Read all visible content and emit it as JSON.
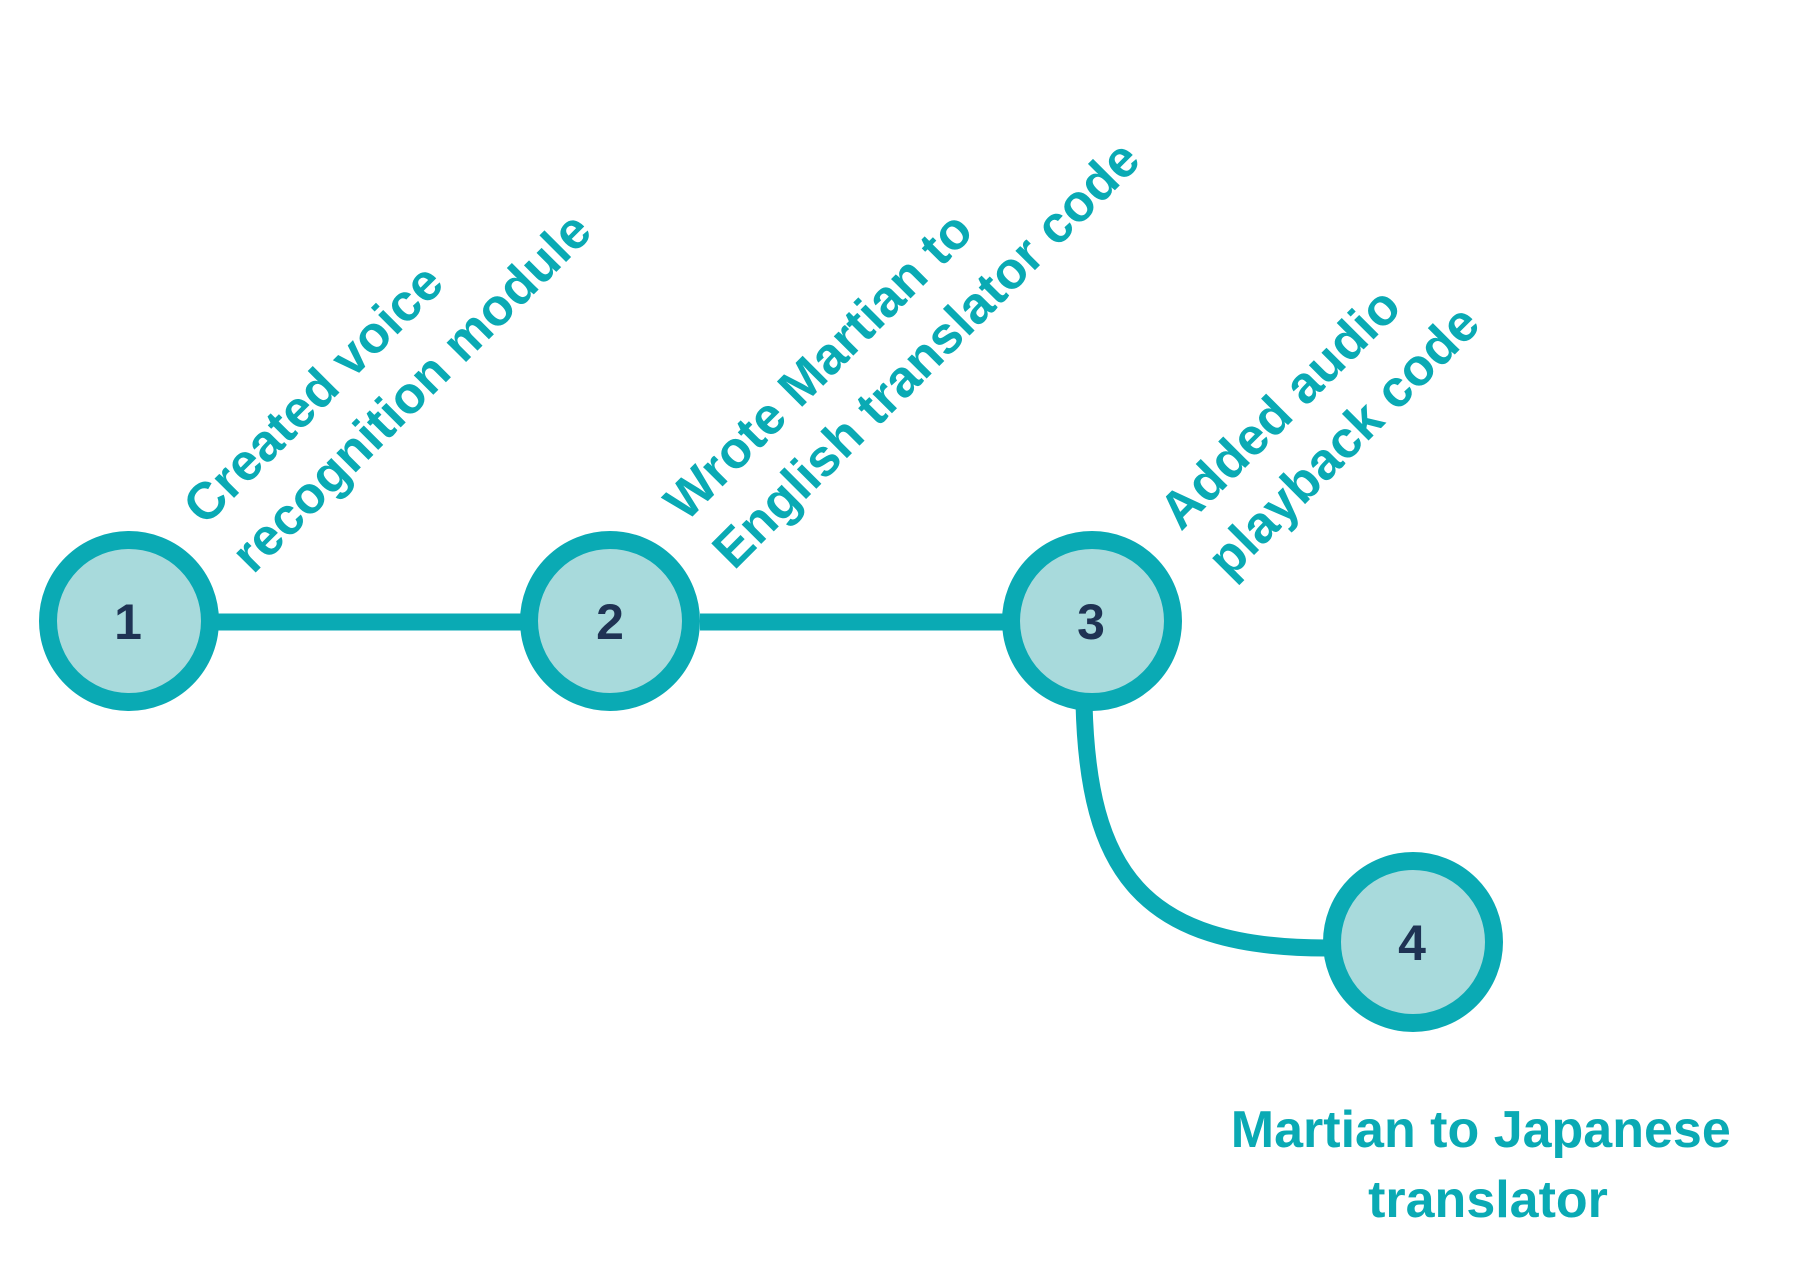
{
  "colors": {
    "accent": "#0aaab4",
    "node_fill": "#a8dadc",
    "node_text": "#1f3354",
    "background": "#ffffff"
  },
  "nodes": [
    {
      "number": "1",
      "label_lines": [
        "Created voice",
        "recognition module"
      ]
    },
    {
      "number": "2",
      "label_lines": [
        "Wrote Martian to",
        "English translator code"
      ]
    },
    {
      "number": "3",
      "label_lines": [
        "Added audio",
        "playback code"
      ]
    },
    {
      "number": "4",
      "label_lines": [
        "Martian to Japanese",
        "translator"
      ]
    }
  ]
}
